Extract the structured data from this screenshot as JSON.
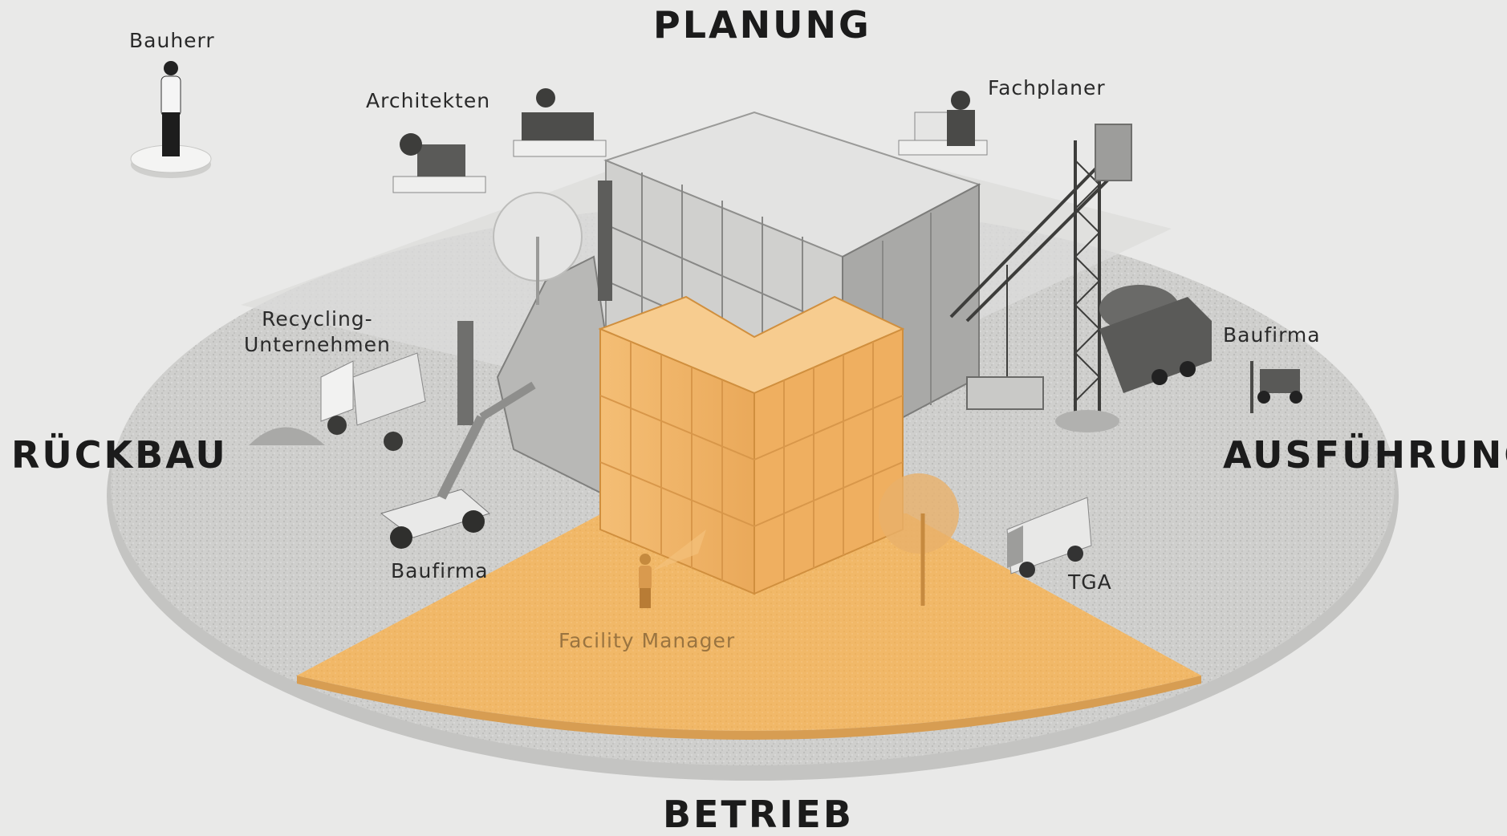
{
  "phases": {
    "planung": "PLANUNG",
    "ausfuehrung": "AUSFÜHRUNG",
    "betrieb": "BETRIEB",
    "rueckbau": "RÜCKBAU"
  },
  "roles": {
    "bauherr": "Bauherr",
    "architekten": "Architekten",
    "fachplaner": "Fachplaner",
    "recycling_line1": "Recycling-",
    "recycling_line2": "Unternehmen",
    "baufirma_right": "Baufirma",
    "baufirma_left": "Baufirma",
    "tga": "TGA",
    "facility_manager": "Facility Manager"
  },
  "colors": {
    "background": "#e9e9e8",
    "disc": "#d3d3d1",
    "gravel": "#c9c9c7",
    "highlight": "#f2b96a",
    "highlight_dark": "#e0a050",
    "text": "#1b1b1b"
  },
  "icons": {
    "bauherr": "person-standing-icon",
    "architekten": "desk-workers-icon",
    "fachplaner": "desk-worker-icon",
    "recycling": "dump-truck-icon",
    "baufirma_right": "cement-mixer-forklift-icon",
    "baufirma_left": "excavator-robot-icon",
    "tga": "van-icon",
    "facility_manager": "person-tablet-icon",
    "crane": "tower-crane-icon",
    "building": "building-block-icon"
  }
}
